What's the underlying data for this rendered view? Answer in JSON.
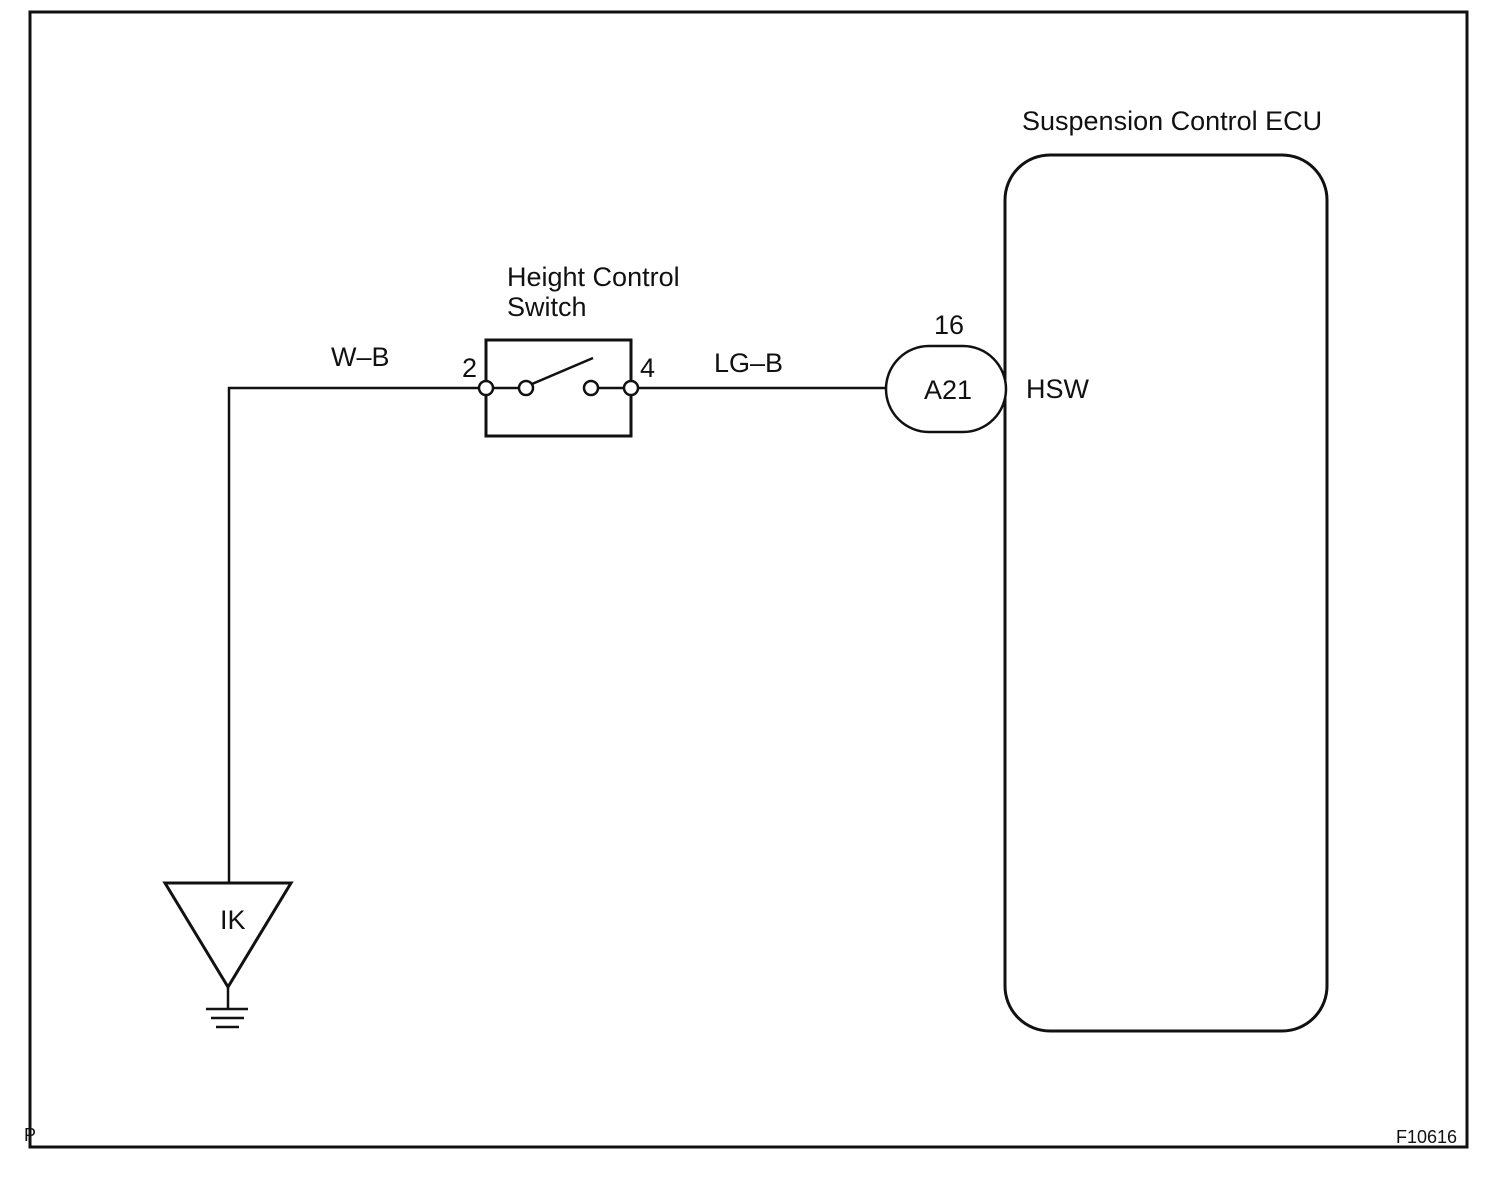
{
  "ecu": {
    "title": "Suspension Control ECU",
    "terminal": "HSW"
  },
  "switch": {
    "title_line1": "Height Control",
    "title_line2": "Switch",
    "pin_left": "2",
    "pin_right": "4"
  },
  "wires": {
    "left": "W–B",
    "right": "LG–B"
  },
  "connector": {
    "id": "A21",
    "pin": "16"
  },
  "ground": {
    "label": "IK"
  },
  "corners": {
    "bottom_left": "P",
    "bottom_right": "F10616"
  }
}
